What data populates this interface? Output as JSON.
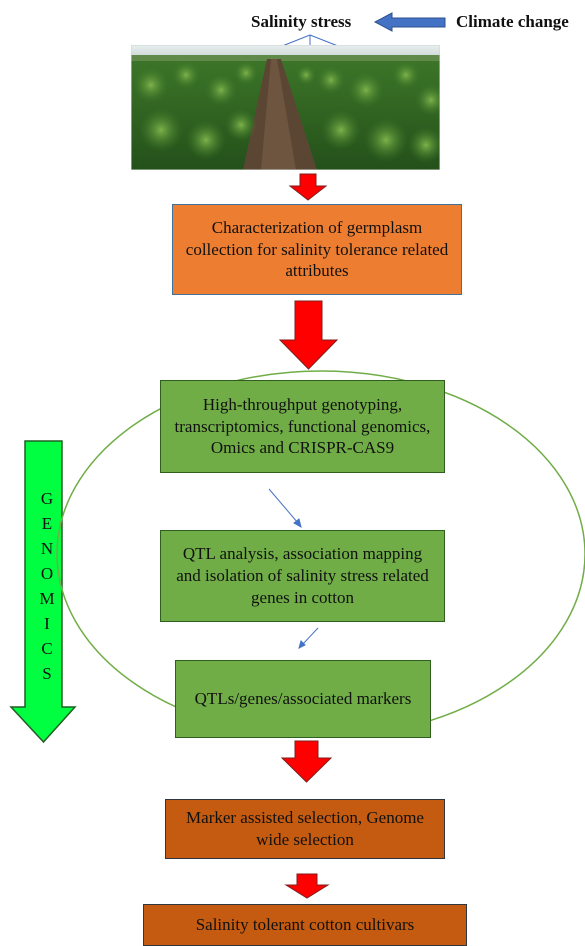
{
  "header": {
    "stress_label": "Salinity stress",
    "cause_label": "Climate change"
  },
  "steps": {
    "characterization": "Characterization of germplasm collection for salinity tolerance related attributes",
    "genotyping": "High-throughput genotyping, transcriptomics, functional genomics, Omics and CRISPR-CAS9",
    "qtl_analysis": "QTL analysis, association mapping and isolation of salinity stress related genes in cotton",
    "markers": "QTLs/genes/associated markers",
    "selection": "Marker assisted selection, Genome wide selection",
    "cultivars": "Salinity tolerant cotton cultivars"
  },
  "side_label": {
    "letters": [
      "G",
      "E",
      "N",
      "O",
      "M",
      "I",
      "C",
      "S"
    ]
  },
  "colors": {
    "orange_box": "#ed7d31",
    "green_box": "#70ad47",
    "brown_box": "#c55a11",
    "red_arrow": "#ff0000",
    "green_arrow": "#00ff40",
    "blue_arrow": "#4472c4",
    "ellipse": "#70ad47"
  },
  "icons": [
    "field-photo",
    "left-arrow-icon",
    "down-arrow-icon",
    "genomics-arrow-icon"
  ]
}
